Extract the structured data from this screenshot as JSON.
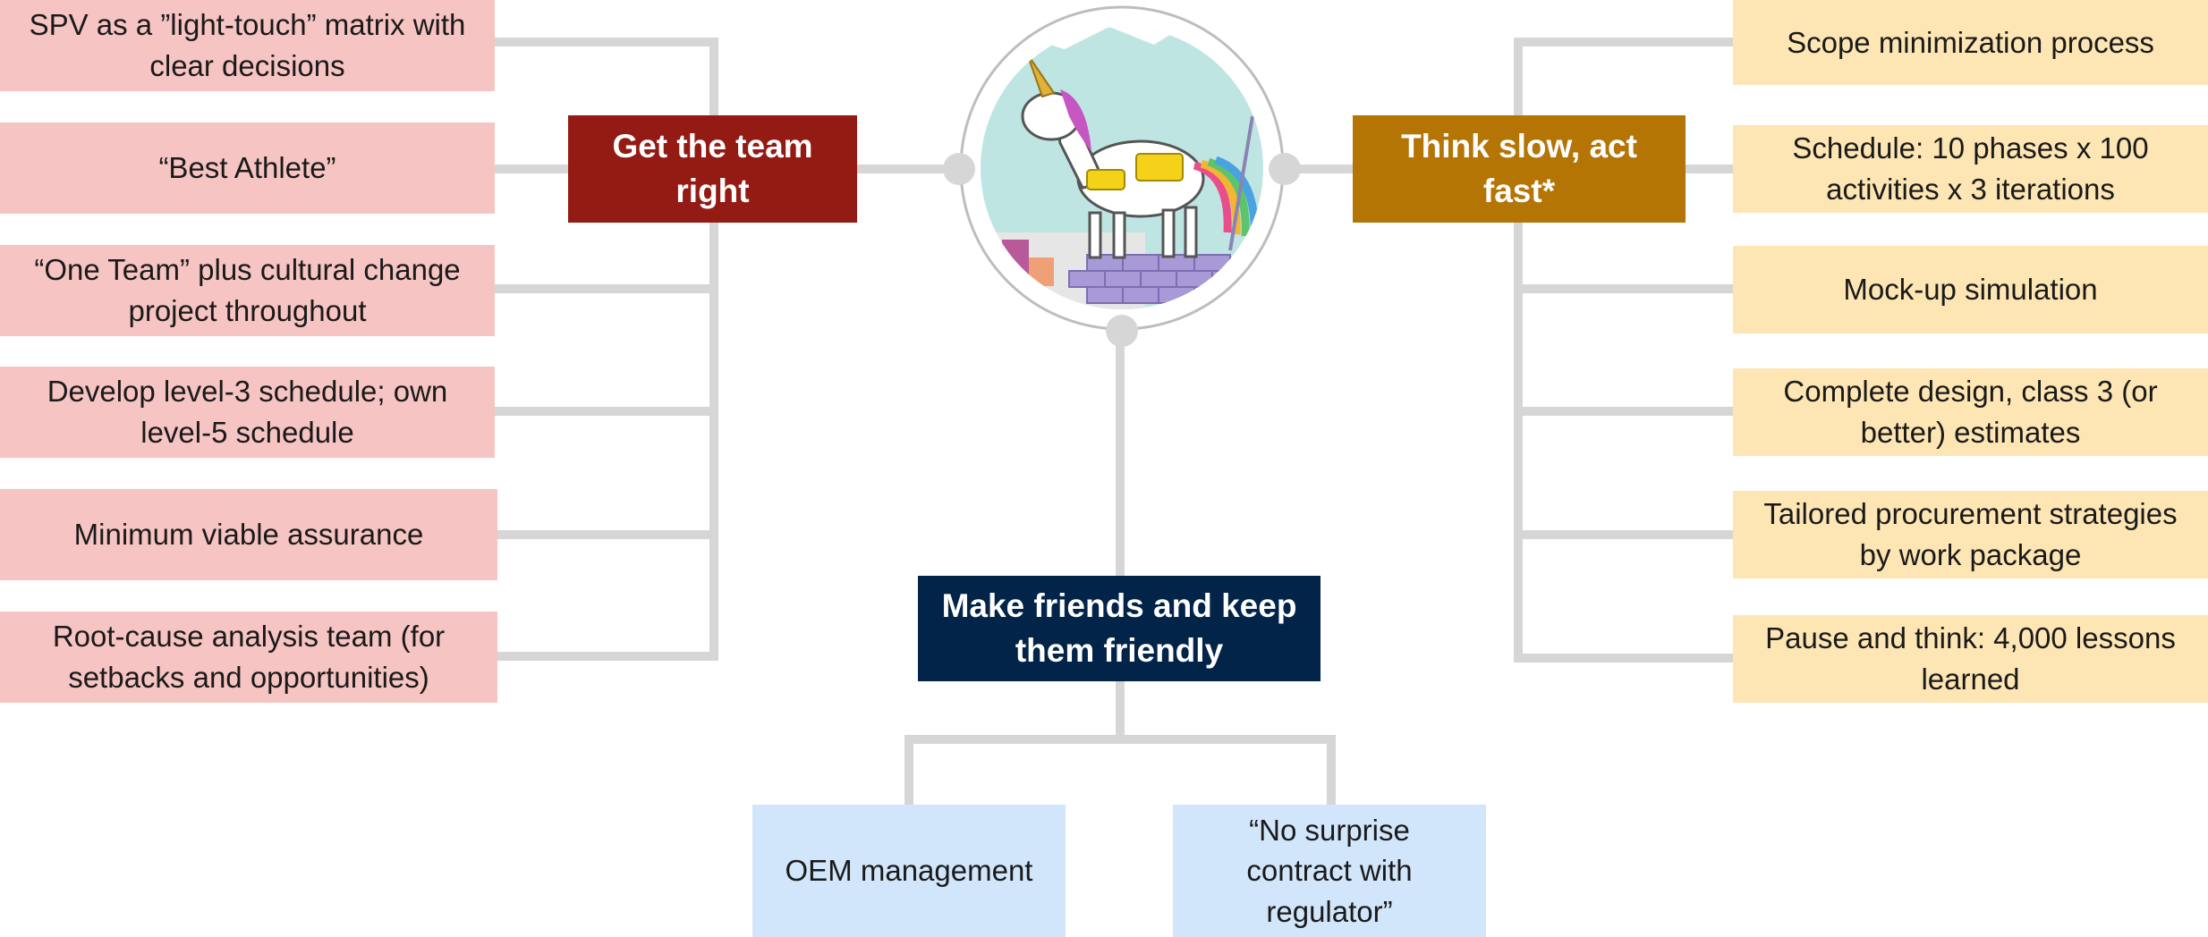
{
  "colors": {
    "left_leaf": "#f6c4c2",
    "right_leaf": "#fde6b4",
    "bottom_leaf": "#d2e6fb",
    "hub_left": "#941b14",
    "hub_right": "#b47505",
    "hub_bottom": "#022449",
    "connector": "#d6d6d6"
  },
  "center_image": {
    "icon": "unicorn-illustration"
  },
  "hubs": {
    "left": {
      "label": "Get the team right"
    },
    "right": {
      "label": "Think slow, act fast*"
    },
    "bottom": {
      "label": "Make friends and keep them friendly"
    }
  },
  "left_items": [
    "SPV as a ”light-touch” matrix with clear decisions",
    "“Best Athlete”",
    "“One Team” plus cultural change project throughout",
    "Develop level-3 schedule; own level-5 schedule",
    "Minimum viable assurance",
    "Root-cause analysis team (for setbacks and opportunities)"
  ],
  "right_items": [
    "Scope minimization process",
    "Schedule: 10 phases x 100 activities x 3 iterations",
    "Mock-up simulation",
    "Complete design, class 3 (or better) estimates",
    "Tailored procurement strategies by work package",
    "Pause and think: 4,000 lessons learned"
  ],
  "bottom_items": [
    "OEM management",
    "“No surprise contract with regulator”"
  ]
}
